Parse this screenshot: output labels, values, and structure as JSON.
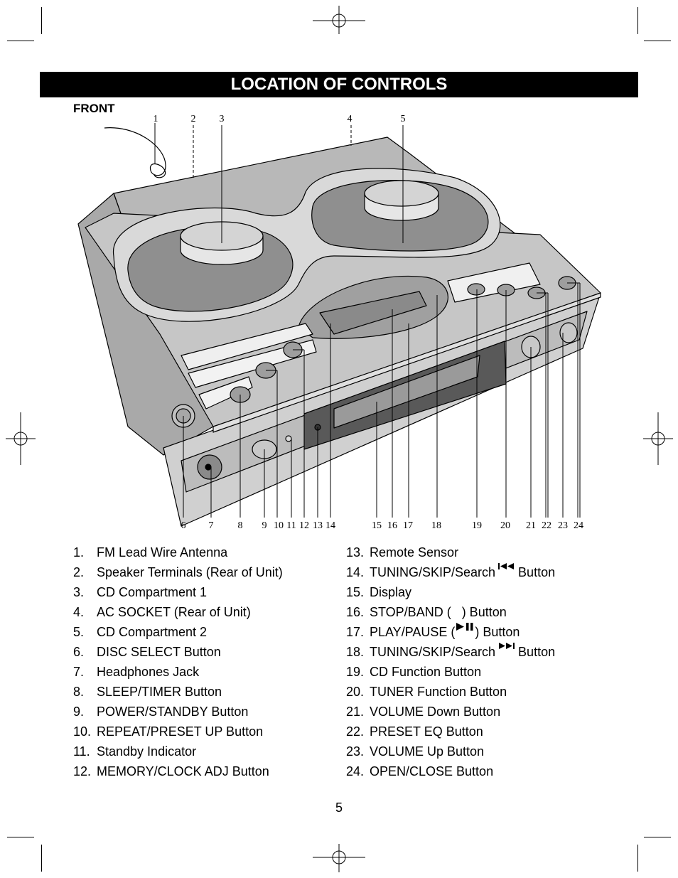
{
  "header": {
    "title": "LOCATION OF CONTROLS"
  },
  "section": {
    "label": "FRONT"
  },
  "callouts": {
    "top": [
      "1",
      "2",
      "3",
      "4",
      "5"
    ],
    "bottom": [
      "6",
      "7",
      "8",
      "9",
      "10",
      "11",
      "12",
      "13",
      "14",
      "15",
      "16",
      "17",
      "18",
      "19",
      "20",
      "21",
      "22",
      "23",
      "24"
    ]
  },
  "controls_left": [
    {
      "num": "1.",
      "label": "FM Lead Wire Antenna"
    },
    {
      "num": "2.",
      "label": "Speaker Terminals (Rear of Unit)"
    },
    {
      "num": "3.",
      "label": "CD Compartment 1"
    },
    {
      "num": "4.",
      "label": "AC SOCKET (Rear of Unit)"
    },
    {
      "num": "5.",
      "label": "CD Compartment 2"
    },
    {
      "num": "6.",
      "label": "DISC SELECT Button"
    },
    {
      "num": "7.",
      "label": "Headphones Jack"
    },
    {
      "num": "8.",
      "label": "SLEEP/TIMER Button"
    },
    {
      "num": "9.",
      "label": "POWER/STANDBY Button"
    },
    {
      "num": "10.",
      "label": "REPEAT/PRESET UP Button"
    },
    {
      "num": "11.",
      "label": "Standby Indicator"
    },
    {
      "num": "12.",
      "label": "MEMORY/CLOCK ADJ Button"
    }
  ],
  "controls_right": [
    {
      "num": "13.",
      "label": "Remote Sensor"
    },
    {
      "num": "14.",
      "pre": "TUNING/SKIP/Search",
      "icon": "skip-back-icon",
      "post": "Button"
    },
    {
      "num": "15.",
      "label": "Display"
    },
    {
      "num": "16.",
      "label": "STOP/BAND (   ) Button"
    },
    {
      "num": "17.",
      "pre": "PLAY/PAUSE (",
      "icon": "play-pause-icon",
      "post": ") Button"
    },
    {
      "num": "18.",
      "pre": "TUNING/SKIP/Search",
      "icon": "skip-forward-icon",
      "post": "Button"
    },
    {
      "num": "19.",
      "label": "CD Function Button"
    },
    {
      "num": "20.",
      "label": "TUNER Function Button"
    },
    {
      "num": "21.",
      "label": "VOLUME Down Button"
    },
    {
      "num": "22.",
      "label": "PRESET EQ Button"
    },
    {
      "num": "23.",
      "label": "VOLUME Up Button"
    },
    {
      "num": "24.",
      "label": "OPEN/CLOSE Button"
    }
  ],
  "page": {
    "number": "5"
  }
}
